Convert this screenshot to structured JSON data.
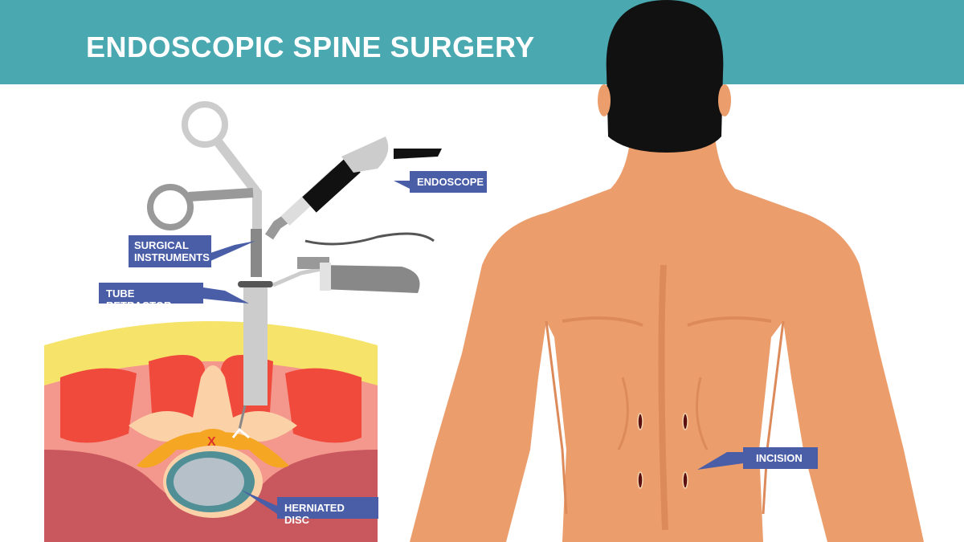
{
  "header": {
    "title": "ENDOSCOPIC SPINE SURGERY"
  },
  "labels": {
    "endoscope": "ENDOSCOPE",
    "surgical_instruments_line1": "SURGICAL",
    "surgical_instruments_line2": "INSTRUMENTS",
    "tube_retractor": "TUBE RETRACTOR",
    "herniated_disc": "HERNIATED DISC",
    "incision": "INCISION"
  },
  "colors": {
    "header": "#4aa8b0",
    "label": "#4a5ea8",
    "skin": "#eb9d6c",
    "hair": "#111111"
  }
}
